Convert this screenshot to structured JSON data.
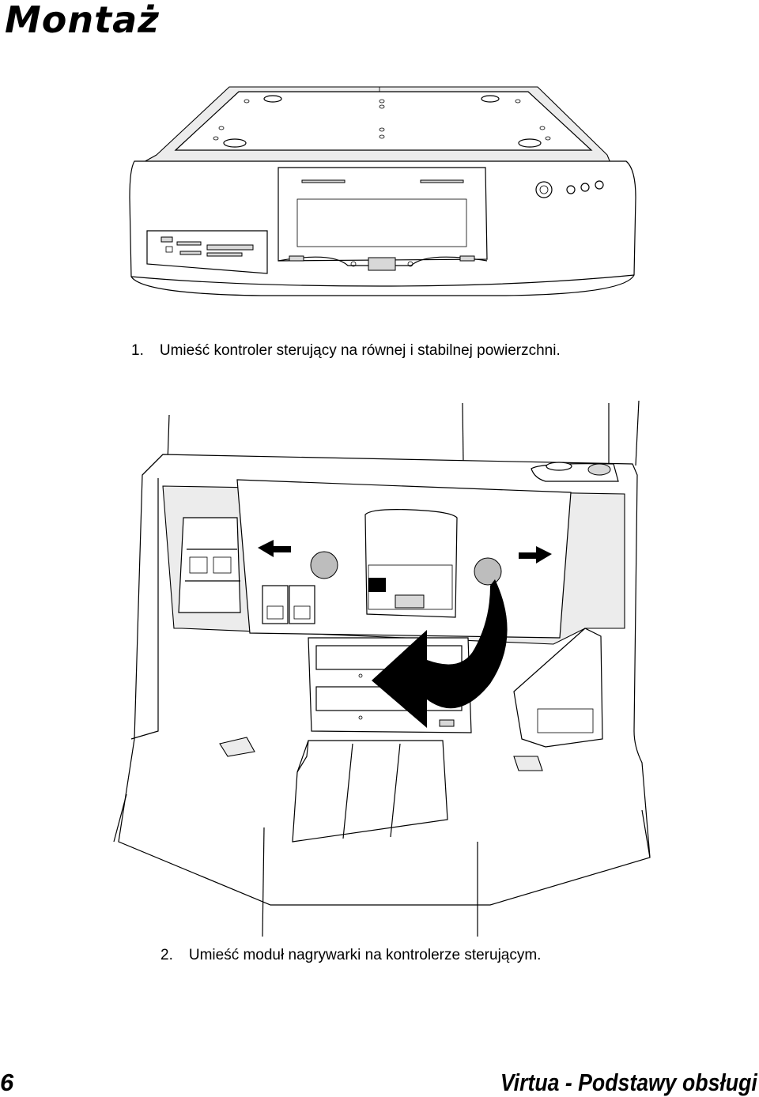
{
  "page": {
    "title": "Montaż",
    "steps": [
      {
        "number": "1.",
        "text": "Umieść kontroler sterujący na równej i stabilnej powierzchni."
      },
      {
        "number": "2.",
        "text": "Umieść moduł nagrywarki na kontrolerze sterującym."
      }
    ],
    "footer": {
      "page_number": "6",
      "manual_title": "Virtua - Podstawy obsługi"
    }
  },
  "figures": [
    {
      "name": "controller-illustration",
      "icon": "controller-device-drawing"
    },
    {
      "name": "recorder-module-illustration",
      "icon": "recorder-module-drawing"
    }
  ]
}
